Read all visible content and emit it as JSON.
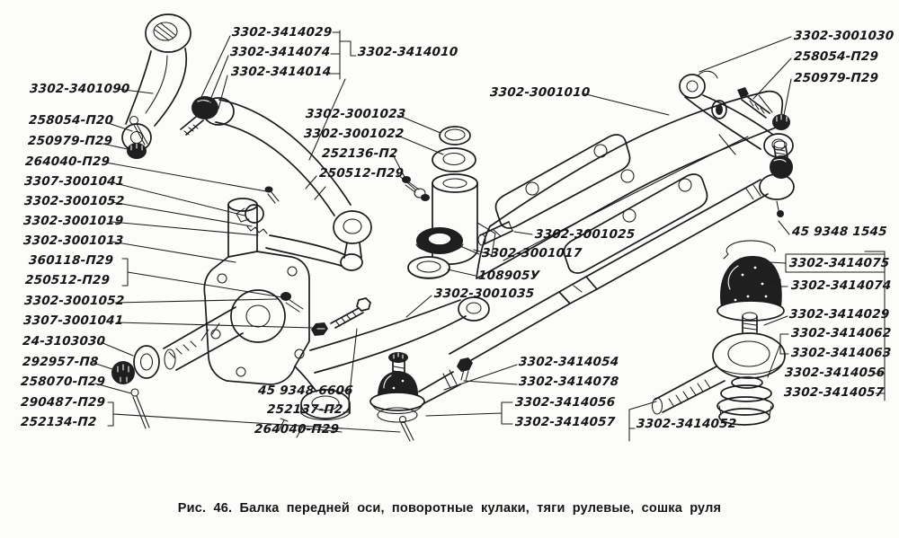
{
  "figure": {
    "caption": "Рис. 46. Балка передней оси, поворотные кулаки, тяги рулевые, сошка руля"
  },
  "colors": {
    "ink": "#1b1b1b",
    "paper": "#fcfcfa"
  },
  "labels": [
    {
      "text": "3302-3414029"
    },
    {
      "text": "3302-3414074"
    },
    {
      "text": "3302-3414014"
    },
    {
      "text": "3302-3414010"
    },
    {
      "text": "3302-3401090"
    },
    {
      "text": "258054-П20"
    },
    {
      "text": "250979-П29"
    },
    {
      "text": "264040-П29"
    },
    {
      "text": "3307-3001041"
    },
    {
      "text": "3302-3001052"
    },
    {
      "text": "3302-3001019"
    },
    {
      "text": "3302-3001013"
    },
    {
      "text": "360118-П29"
    },
    {
      "text": "250512-П29"
    },
    {
      "text": "3302-3001052"
    },
    {
      "text": "3307-3001041"
    },
    {
      "text": "24-3103030"
    },
    {
      "text": "292957-П8"
    },
    {
      "text": "258070-П29"
    },
    {
      "text": "290487-П29"
    },
    {
      "text": "252134-П2"
    },
    {
      "text": "3302-3001023"
    },
    {
      "text": "3302-3001022"
    },
    {
      "text": "252136-П2"
    },
    {
      "text": "250512-П29"
    },
    {
      "text": "3302-3001010"
    },
    {
      "text": "3302-3001025"
    },
    {
      "text": "3302-3001017"
    },
    {
      "text": "108905У"
    },
    {
      "text": "3302-3001035"
    },
    {
      "text": "45 9348 6606"
    },
    {
      "text": "252137-П2"
    },
    {
      "text": "264040-П29"
    },
    {
      "text": "3302-3414054"
    },
    {
      "text": "3302-3414078"
    },
    {
      "text": "3302-3414056"
    },
    {
      "text": "3302-3414057"
    },
    {
      "text": "3302-3414052"
    },
    {
      "text": "3302-3001030"
    },
    {
      "text": "258054-П29"
    },
    {
      "text": "250979-П29"
    },
    {
      "text": "45 9348 1545"
    },
    {
      "text": "3302-3414075"
    },
    {
      "text": "3302-3414074"
    },
    {
      "text": "3302-3414029"
    },
    {
      "text": "3302-3414062"
    },
    {
      "text": "3302-3414063"
    },
    {
      "text": "3302-3414056"
    },
    {
      "text": "3302-3414057"
    }
  ]
}
